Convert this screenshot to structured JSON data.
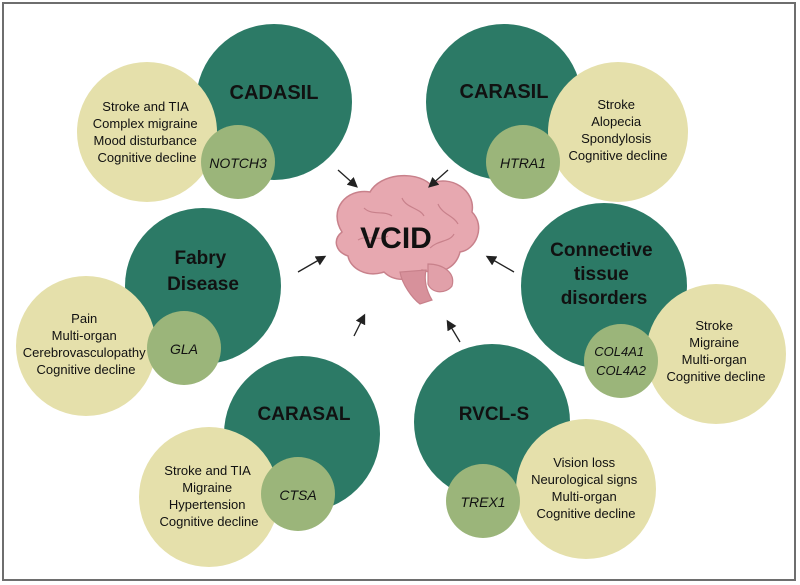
{
  "center": {
    "label": "VCID"
  },
  "colors": {
    "disease_circle": "#2c7a66",
    "gene_circle": "#9bb57a",
    "feature_circle": "#e5e0ab",
    "brain": "#e7a8b0",
    "arrow": "#222222"
  },
  "diseases": {
    "cadasil": {
      "name": "CADASIL",
      "gene": "NOTCH3",
      "features": [
        "Stroke and TIA",
        "Complex migraine",
        "Mood disturbance",
        "Cognitive decline"
      ]
    },
    "carasil": {
      "name": "CARASIL",
      "gene": "HTRA1",
      "features": [
        "Stroke",
        "Alopecia",
        "Spondylosis",
        "Cognitive decline"
      ]
    },
    "fabry": {
      "name_lines": [
        "Fabry",
        "Disease"
      ],
      "gene": "GLA",
      "features": [
        "Pain",
        "Multi-organ",
        "Cerebrovasculopathy",
        "Cognitive decline"
      ]
    },
    "connective": {
      "name_lines": [
        "Connective",
        "tissue",
        "disorders"
      ],
      "gene_lines": [
        "COL4A1",
        "COL4A2"
      ],
      "features": [
        "Stroke",
        "Migraine",
        "Multi-organ",
        "Cognitive decline"
      ]
    },
    "carasal": {
      "name": "CARASAL",
      "gene": "CTSA",
      "features": [
        "Stroke and TIA",
        "Migraine",
        "Hypertension",
        "Cognitive decline"
      ]
    },
    "rvcls": {
      "name": "RVCL-S",
      "gene": "TREX1",
      "features": [
        "Vision loss",
        "Neurological signs",
        "Multi-organ",
        "Cognitive decline"
      ]
    }
  }
}
